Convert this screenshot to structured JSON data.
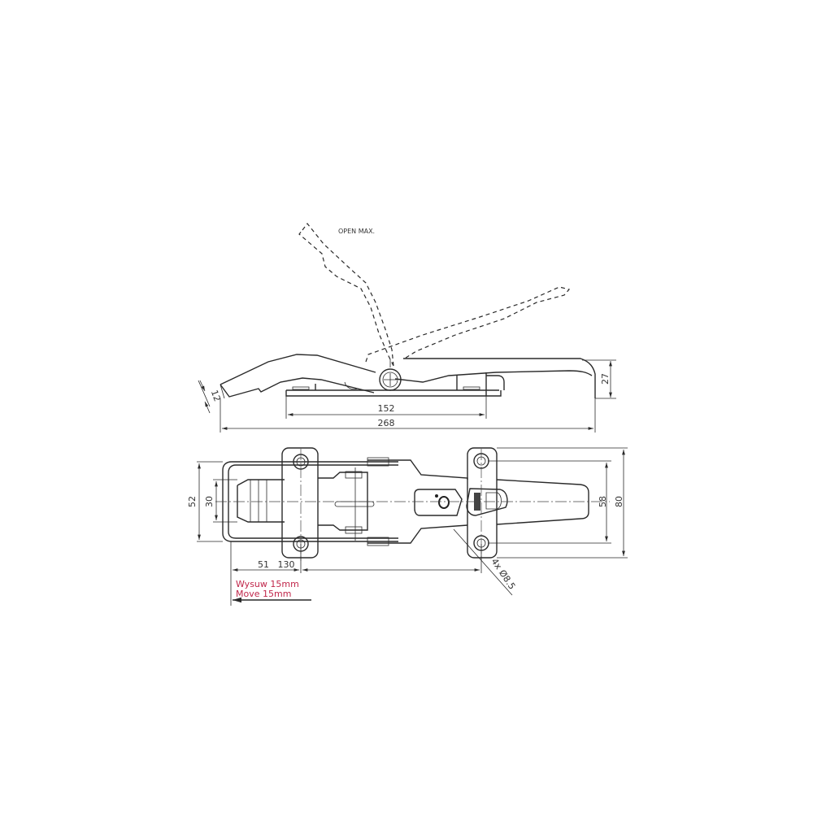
{
  "side_view": {
    "label_open": "OPEN MAX.",
    "dim_height": "27",
    "dim_tip": "12",
    "dim_base": "152",
    "dim_overall": "268"
  },
  "top_view": {
    "dim_52": "52",
    "dim_30": "30",
    "dim_58": "58",
    "dim_80": "80",
    "dim_51": "51",
    "dim_130": "130",
    "dim_holes": "4x Ø8.5",
    "note_pl": "Wysuw 15mm",
    "note_en": "Move 15mm"
  },
  "colors": {
    "line": "#2a2a2a",
    "note_red": "#c0264a"
  }
}
